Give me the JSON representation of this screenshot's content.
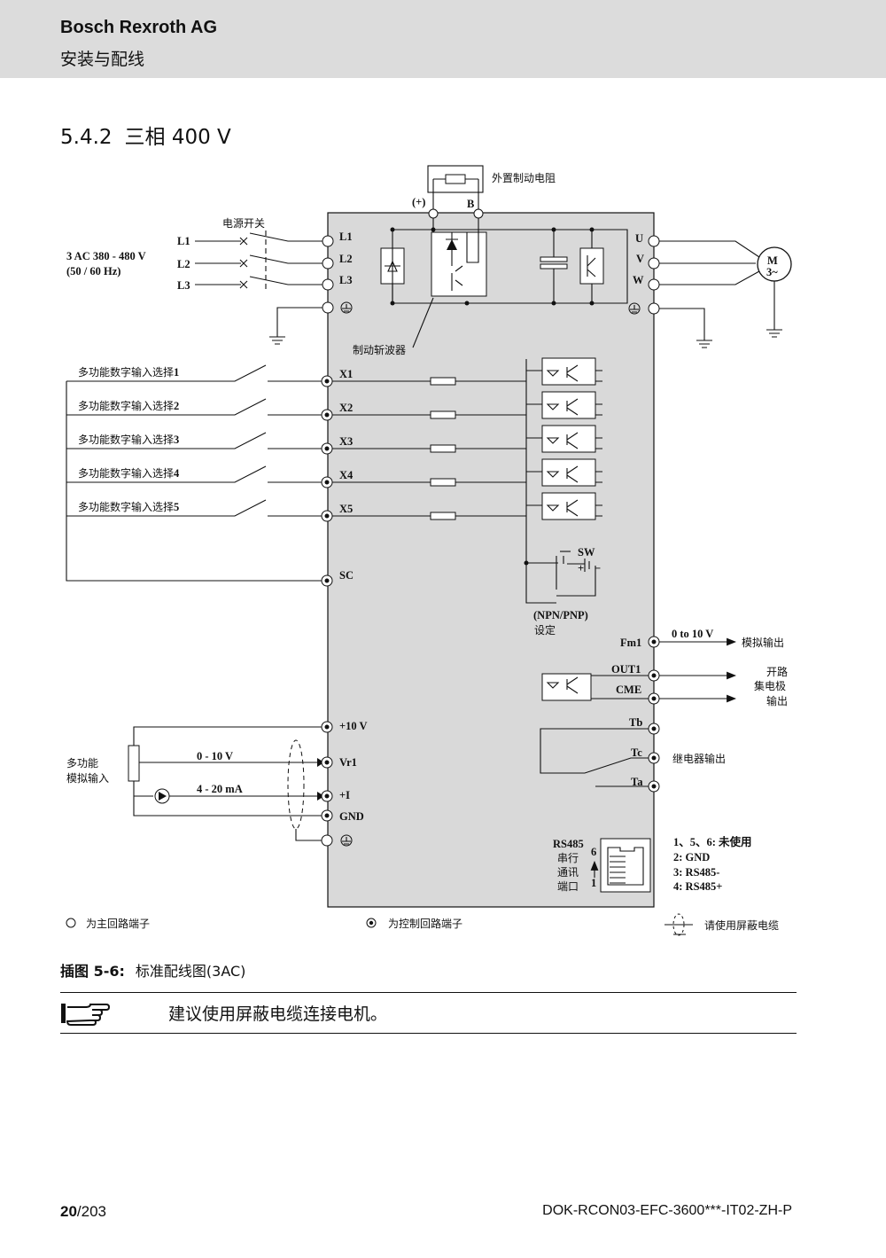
{
  "header": {
    "company": "Bosch Rexroth AG",
    "chapter": "安装与配线"
  },
  "section": {
    "number": "5.4.2",
    "title": "三相 400 V"
  },
  "diagram": {
    "brake_resistor": "外置制动电阻",
    "plus": "(+)",
    "b": "B",
    "power_switch": "电源开关",
    "supply": [
      "3 AC 380 - 480 V",
      "(50 / 60 Hz)"
    ],
    "lines": [
      "L1",
      "L2",
      "L3"
    ],
    "motor_phases": [
      "U",
      "V",
      "W"
    ],
    "motor": [
      "M",
      "3~"
    ],
    "chopper": "制动斩波器",
    "di_label": "多功能数字输入选择",
    "di_suffixes": [
      "1",
      "2",
      "3",
      "4",
      "5"
    ],
    "di_terminals": [
      "X1",
      "X2",
      "X3",
      "X4",
      "X5"
    ],
    "sc": "SC",
    "sw": "SW",
    "npn": "(NPN/PNP)",
    "npn_set": "设定",
    "fm1": "Fm1",
    "fm1_range": "0 to 10 V",
    "analog_out": "模拟输出",
    "out1": "OUT1",
    "cme": "CME",
    "oc_out": [
      "开路",
      "集电极",
      "输出"
    ],
    "relay_terms": [
      "Tb",
      "Tc",
      "Ta"
    ],
    "relay_out": "继电器输出",
    "ai_terms": [
      "+10 V",
      "Vr1",
      "+I",
      "GND"
    ],
    "ai_label": [
      "多功能",
      "模拟输入"
    ],
    "v_range": "0 - 10 V",
    "i_range": "4 - 20 mA",
    "rs485": "RS485",
    "rs485_desc": [
      "串行",
      "通讯",
      "端口"
    ],
    "rs485_pins": [
      "6",
      "1"
    ],
    "pin_notes": [
      "1、5、6: 未使用",
      "2: GND",
      "3: RS485-",
      "4: RS485+"
    ],
    "legend_main": "为主回路端子",
    "legend_ctrl": "为控制回路端子",
    "legend_shield": "请使用屏蔽电缆"
  },
  "caption": {
    "label": "插图 5-6:",
    "text": "标准配线图(3AC)"
  },
  "note": {
    "text": "建议使用屏蔽电缆连接电机。"
  },
  "footer": {
    "page": "20",
    "total": "/203",
    "doc_id": "DOK-RCON03-EFC-3600***-IT02-ZH-P"
  }
}
